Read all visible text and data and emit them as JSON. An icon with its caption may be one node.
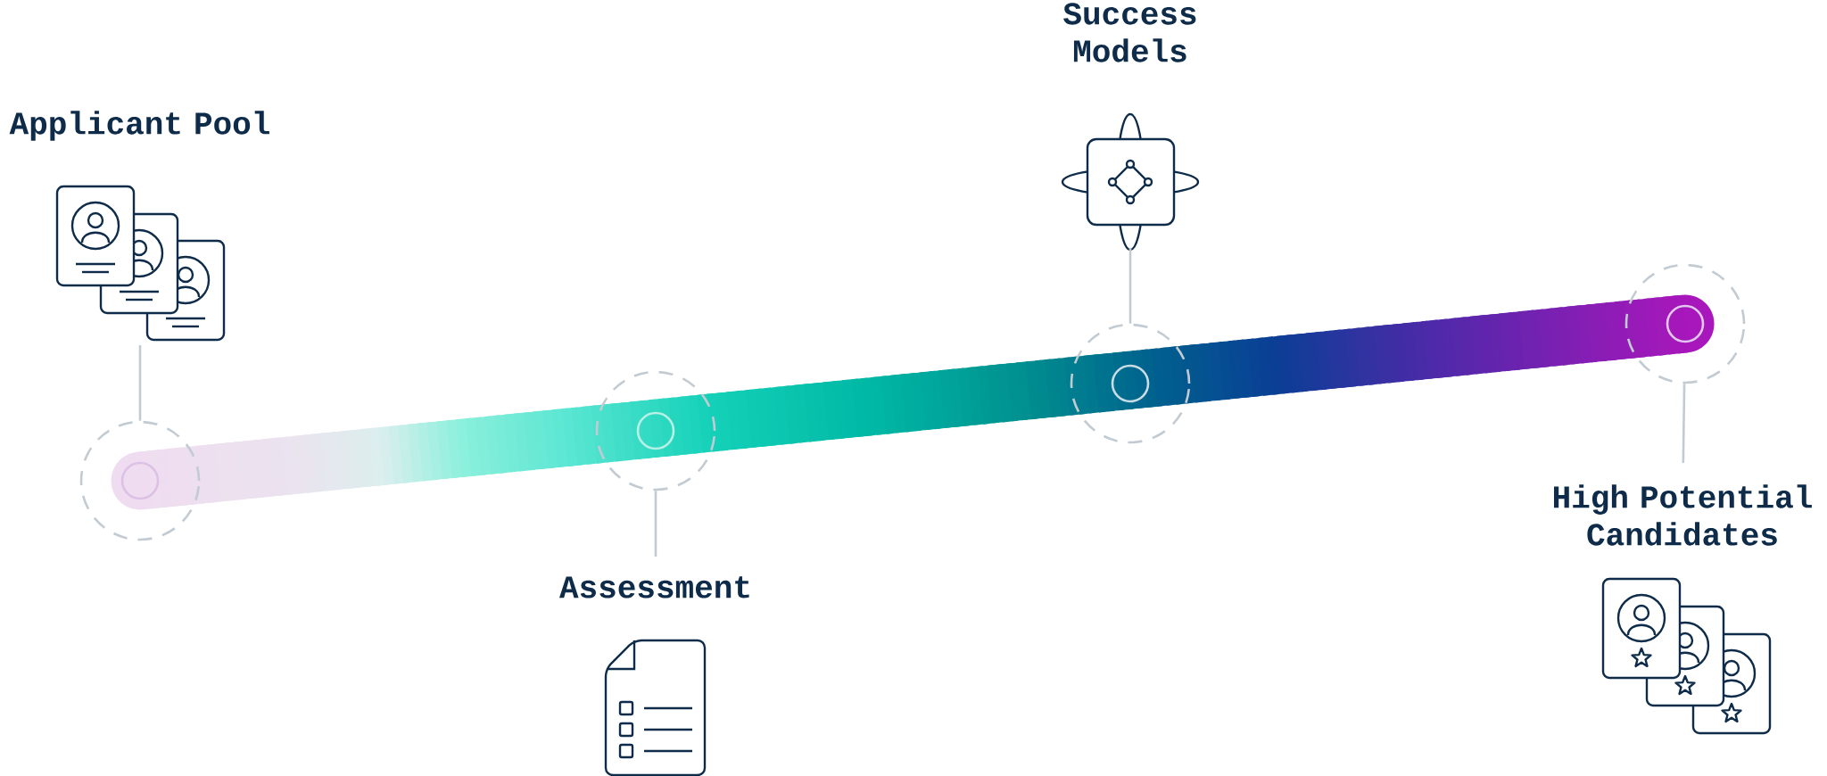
{
  "diagram": {
    "nodes": [
      {
        "text": [
          "Applicant Pool"
        ]
      },
      {
        "text": [
          "Assessment"
        ]
      },
      {
        "text": [
          "Success Models"
        ]
      },
      {
        "text": [
          "High Potential Candidates"
        ]
      },
      {
        "text": [],
        "shape": "circle"
      },
      {
        "text": [],
        "shape": "circle"
      },
      {
        "text": [],
        "shape": "circle"
      },
      {
        "text": [],
        "shape": "circle"
      }
    ],
    "edges": [
      {
        "from": 0,
        "to": 4,
        "arrow": "none"
      },
      {
        "from": 1,
        "to": 5,
        "arrow": "none"
      },
      {
        "from": 2,
        "to": 6,
        "arrow": "none"
      },
      {
        "from": 3,
        "to": 7,
        "arrow": "none"
      }
    ]
  }
}
